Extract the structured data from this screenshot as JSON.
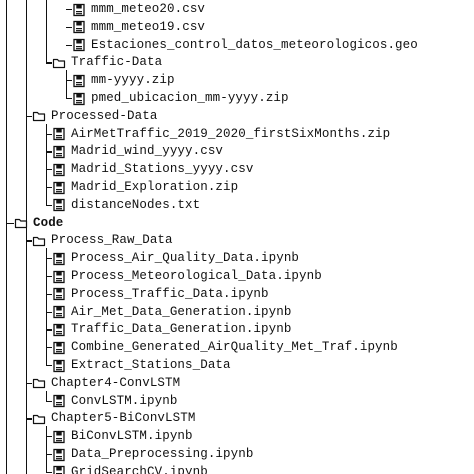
{
  "tree": {
    "nodes": [
      {
        "label": "mmm_meteo20.csv",
        "kind": "file",
        "depth": 4
      },
      {
        "label": "mmm_meteo19.csv",
        "kind": "file",
        "depth": 4
      },
      {
        "label": "Estaciones_control_datos_meteorologicos.geo",
        "kind": "file",
        "depth": 4
      },
      {
        "label": "Traffic-Data",
        "kind": "folder",
        "depth": 3
      },
      {
        "label": "mm-yyyy.zip",
        "kind": "file",
        "depth": 4
      },
      {
        "label": "pmed_ubicacion_mm-yyyy.zip",
        "kind": "file",
        "depth": 4
      },
      {
        "label": "Processed-Data",
        "kind": "folder",
        "depth": 2
      },
      {
        "label": "AirMetTraffic_2019_2020_firstSixMonths.zip",
        "kind": "file",
        "depth": 3
      },
      {
        "label": "Madrid_wind_yyyy.csv",
        "kind": "file",
        "depth": 3
      },
      {
        "label": "Madrid_Stations_yyyy.csv",
        "kind": "file",
        "depth": 3
      },
      {
        "label": "Madrid_Exploration.zip",
        "kind": "file",
        "depth": 3
      },
      {
        "label": "distanceNodes.txt",
        "kind": "file",
        "depth": 3
      },
      {
        "label": "Code",
        "kind": "folder",
        "depth": 1,
        "bold": true
      },
      {
        "label": "Process_Raw_Data",
        "kind": "folder",
        "depth": 2
      },
      {
        "label": "Process_Air_Quality_Data.ipynb",
        "kind": "file",
        "depth": 3
      },
      {
        "label": "Process_Meteorological_Data.ipynb",
        "kind": "file",
        "depth": 3
      },
      {
        "label": "Process_Traffic_Data.ipynb",
        "kind": "file",
        "depth": 3
      },
      {
        "label": "Air_Met_Data_Generation.ipynb",
        "kind": "file",
        "depth": 3
      },
      {
        "label": "Traffic_Data_Generation.ipynb",
        "kind": "file",
        "depth": 3
      },
      {
        "label": "Combine_Generated_AirQuality_Met_Traf.ipynb",
        "kind": "file",
        "depth": 3
      },
      {
        "label": "Extract_Stations_Data",
        "kind": "file",
        "depth": 3
      },
      {
        "label": "Chapter4-ConvLSTM",
        "kind": "folder",
        "depth": 2
      },
      {
        "label": "ConvLSTM.ipynb",
        "kind": "file",
        "depth": 3
      },
      {
        "label": "Chapter5-BiConvLSTM",
        "kind": "folder",
        "depth": 2
      },
      {
        "label": "BiConvLSTM.ipynb",
        "kind": "file",
        "depth": 3
      },
      {
        "label": "Data_Preprocessing.ipynb",
        "kind": "file",
        "depth": 3
      },
      {
        "label": "GridSearchCV.ipynb",
        "kind": "file",
        "depth": 3
      }
    ]
  }
}
